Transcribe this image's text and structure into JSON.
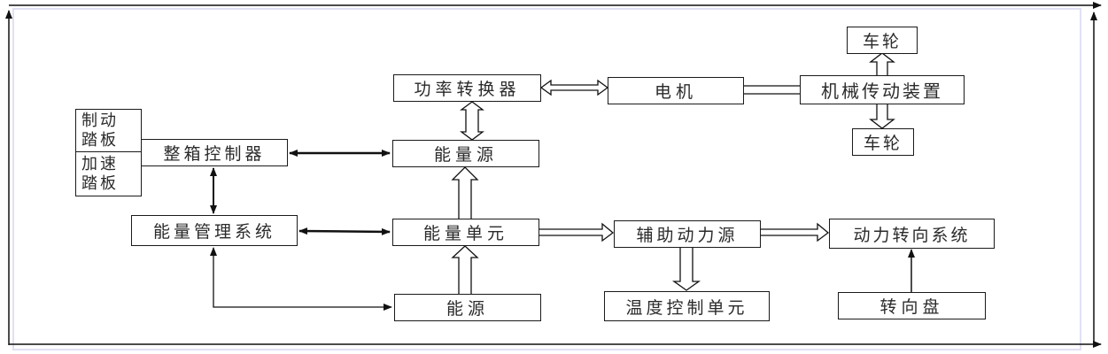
{
  "diagram": {
    "boxes": {
      "power_converter": "功率转换器",
      "motor": "电机",
      "mechanical_transmission": "机械传动装置",
      "wheel_top": "车轮",
      "wheel_bottom": "车轮",
      "brake_pedal_line1": "制动",
      "brake_pedal_line2": "踏板",
      "accel_pedal_line1": "加速",
      "accel_pedal_line2": "踏板",
      "vehicle_controller": "整箱控制器",
      "energy_source": "能量源",
      "energy_management_system": "能量管理系统",
      "energy_unit": "能量单元",
      "auxiliary_power_source": "辅助动力源",
      "power_steering_system": "动力转向系统",
      "power_source": "能源",
      "temperature_control_unit": "温度控制单元",
      "steering_wheel": "转向盘"
    },
    "connections": [
      {
        "from": "power_converter",
        "to": "motor",
        "type": "hollow-double-arrow"
      },
      {
        "from": "motor",
        "to": "mechanical_transmission",
        "type": "double-line"
      },
      {
        "from": "mechanical_transmission",
        "to": "wheel_top",
        "type": "hollow-arrow"
      },
      {
        "from": "mechanical_transmission",
        "to": "wheel_bottom",
        "type": "hollow-arrow"
      },
      {
        "from": "power_converter",
        "to": "energy_source",
        "type": "hollow-double-arrow"
      },
      {
        "from": "vehicle_controller",
        "to": "energy_source",
        "type": "bold-double-arrow"
      },
      {
        "from": "vehicle_controller",
        "to": "energy_management_system",
        "type": "double-arrow"
      },
      {
        "from": "energy_unit",
        "to": "energy_source",
        "type": "hollow-arrow"
      },
      {
        "from": "energy_management_system",
        "to": "energy_unit",
        "type": "bold-double-arrow"
      },
      {
        "from": "power_source",
        "to": "energy_unit",
        "type": "hollow-arrow"
      },
      {
        "from": "energy_management_system",
        "to": "power_source",
        "type": "double-arrow-elbow"
      },
      {
        "from": "energy_unit",
        "to": "auxiliary_power_source",
        "type": "hollow-arrow"
      },
      {
        "from": "auxiliary_power_source",
        "to": "power_steering_system",
        "type": "hollow-arrow"
      },
      {
        "from": "auxiliary_power_source",
        "to": "temperature_control_unit",
        "type": "hollow-arrow"
      },
      {
        "from": "steering_wheel",
        "to": "power_steering_system",
        "type": "arrow"
      }
    ],
    "colors": {
      "stroke": "#1a1a1a",
      "text": "#2a2a2a",
      "frame_shadow": "#e0e0f4"
    }
  }
}
